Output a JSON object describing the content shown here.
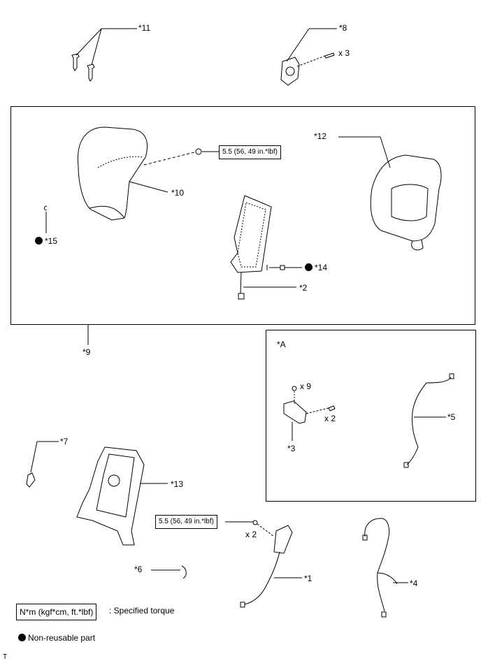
{
  "labels": {
    "p11": "*11",
    "p8": "*8",
    "x3": "x 3",
    "p12": "*12",
    "p10": "*10",
    "p15": "*15",
    "p14": "*14",
    "p2": "*2",
    "p9": "*9",
    "pA": "*A",
    "x9": "x 9",
    "x2a": "x 2",
    "p3": "*3",
    "p5": "*5",
    "p7": "*7",
    "p13": "*13",
    "x2b": "x 2",
    "p6": "*6",
    "p1": "*1",
    "p4": "*4",
    "corner": "T"
  },
  "torque": {
    "upper": "5.5 (56, 49 in.*lbf)",
    "lower": "5.5 (56, 49 in.*lbf)"
  },
  "legend": {
    "torque_unit": "N*m (kgf*cm, ft.*lbf)",
    "torque_text": ": Specified torque",
    "nonreusable_text": "Non-reusable part"
  }
}
